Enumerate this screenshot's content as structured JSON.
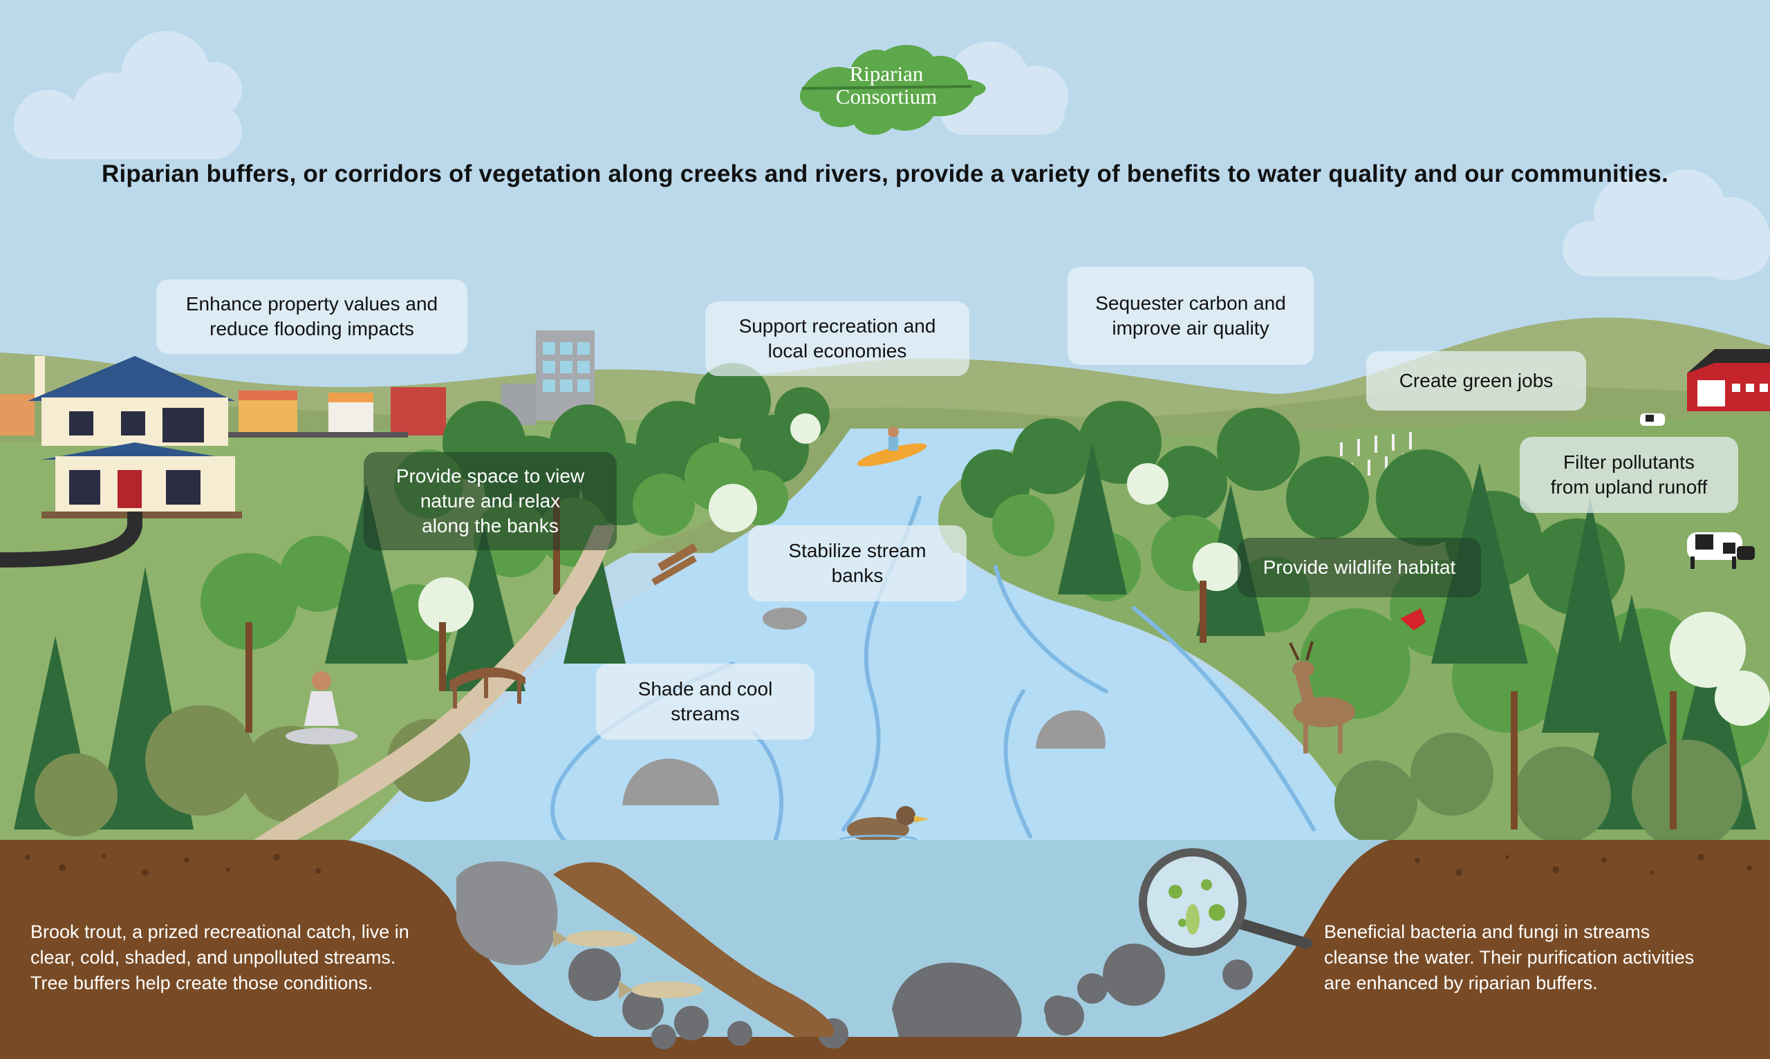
{
  "logo": {
    "line1": "Riparian",
    "line2": "Consortium"
  },
  "headline": "Riparian buffers, or corridors of vegetation along creeks and rivers, provide a variety of benefits to water quality and our communities.",
  "callouts": {
    "property": {
      "line1": "Enhance property values and",
      "line2": "reduce flooding impacts"
    },
    "recreation": {
      "line1": "Support recreation and",
      "line2": "local economies"
    },
    "carbon": {
      "line1": "Sequester carbon and",
      "line2": "improve air quality"
    },
    "jobs": {
      "line1": "Create green jobs"
    },
    "pollutants": {
      "line1": "Filter pollutants",
      "line2": "from upland runoff"
    },
    "nature": {
      "line1": "Provide space to view",
      "line2": "nature and relax",
      "line3": "along the banks"
    },
    "banks": {
      "line1": "Stabilize stream",
      "line2": "banks"
    },
    "wildlife": {
      "line1": "Provide wildlife habitat"
    },
    "shade": {
      "line1": "Shade and cool",
      "line2": "streams"
    }
  },
  "soil_notes": {
    "trout": {
      "line1": "Brook trout, a prized recreational catch, live in",
      "line2": "clear, cold, shaded, and unpolluted streams.",
      "line3": "Tree buffers help create those conditions."
    },
    "bacteria": {
      "line1": "Beneficial bacteria and fungi in streams",
      "line2": "cleanse the water. Their purification activities",
      "line3": "are enhanced by riparian buffers."
    }
  },
  "colors": {
    "sky": "#bcd9ec",
    "hills": "#8fa86a",
    "grass": "#8fb36d",
    "river": "#b4dcf5",
    "soil": "#784b26",
    "trees_dark": "#2f6b3a",
    "trees_light": "#63a24c"
  },
  "icons": [
    "oak-leaf-logo-icon",
    "house-icon",
    "city-building-icon",
    "barn-icon",
    "cow-icon",
    "kayak-icon",
    "duck-icon",
    "deer-icon",
    "cardinal-icon",
    "trout-icon",
    "magnifier-icon",
    "meditating-person-icon",
    "bridge-icon",
    "bench-icon"
  ]
}
